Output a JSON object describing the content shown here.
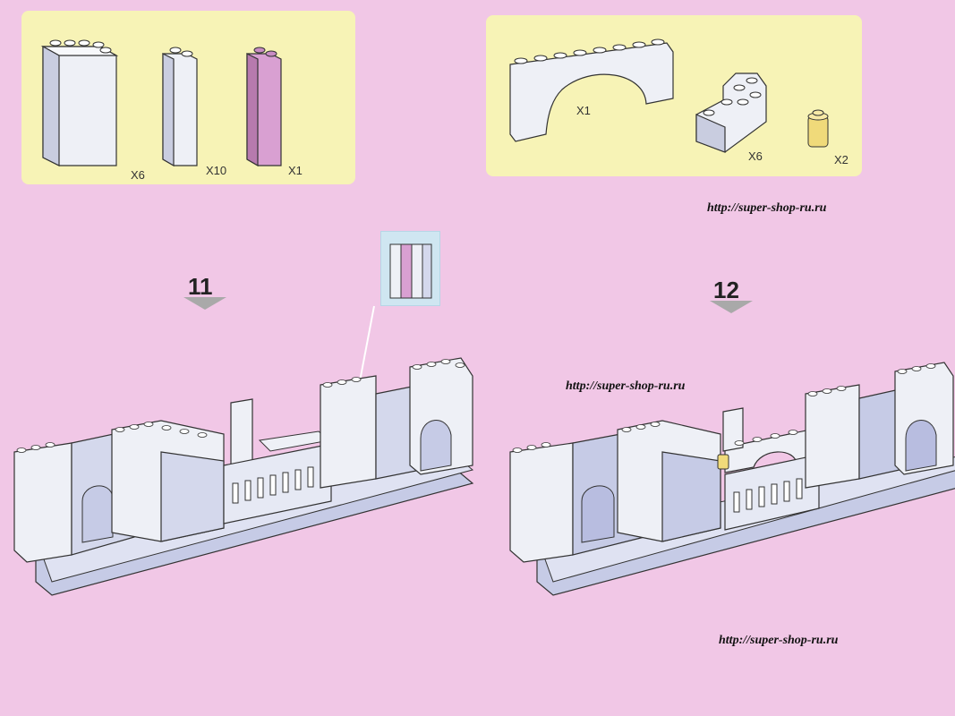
{
  "parts_left": {
    "items": [
      {
        "name": "tall-wall-panel",
        "qty": "X6"
      },
      {
        "name": "white-column-brick",
        "qty": "X10"
      },
      {
        "name": "pink-column-brick",
        "qty": "X1"
      }
    ]
  },
  "parts_right": {
    "items": [
      {
        "name": "arch-brick",
        "qty": "X1"
      },
      {
        "name": "corner-stud-block",
        "qty": "X6"
      },
      {
        "name": "yellow-round-stud",
        "qty": "X2"
      }
    ]
  },
  "steps": [
    {
      "number": "11"
    },
    {
      "number": "12"
    }
  ],
  "watermarks": [
    "http://super-shop-ru.ru",
    "http://super-shop-ru.ru",
    "http://super-shop-ru.ru"
  ],
  "colors": {
    "background": "#f1c7e6",
    "parts_panel": "#f7f3b6",
    "brick_white": "#eef0f6",
    "brick_shadow": "#c6cbe6",
    "brick_pink": "#d9a0d2",
    "stud_yellow": "#f0da7a"
  }
}
